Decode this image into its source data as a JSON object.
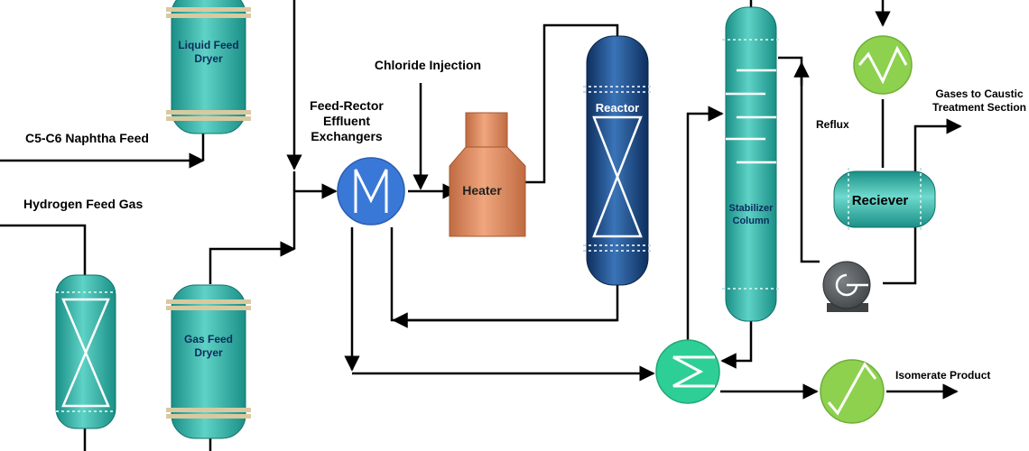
{
  "labels": {
    "naphtha_feed": "C5-C6 Naphtha Feed",
    "hydrogen_feed": "Hydrogen Feed Gas",
    "liquid_feed_dryer_1": "Liquid Feed",
    "liquid_feed_dryer_2": "Dryer",
    "gas_feed_dryer_1": "Gas Feed",
    "gas_feed_dryer_2": "Dryer",
    "exchangers_1": "Feed-Rector",
    "exchangers_2": "Effluent",
    "exchangers_3": "Exchangers",
    "chloride_injection": "Chloride Injection",
    "heater": "Heater",
    "reactor": "Reactor",
    "stabilizer_1": "Stabilizer",
    "stabilizer_2": "Column",
    "reflux": "Reflux",
    "receiver": "Reciever",
    "gases_1": "Gases to Caustic",
    "gases_2": "Treatment Section",
    "isomerate": "Isomerate Product"
  },
  "colors": {
    "vessel_teal": "#2fb5a8",
    "reactor_blue": "#1d4f8c",
    "heater_copper": "#d8845a",
    "exchanger_blue": "#3a78d8",
    "exchanger_green": "#2ecf96",
    "cooler_green": "#8dd14e",
    "pump_gray": "#555a5e",
    "band_tan": "#d9c9a0",
    "label_navy": "#0d2b5c"
  }
}
